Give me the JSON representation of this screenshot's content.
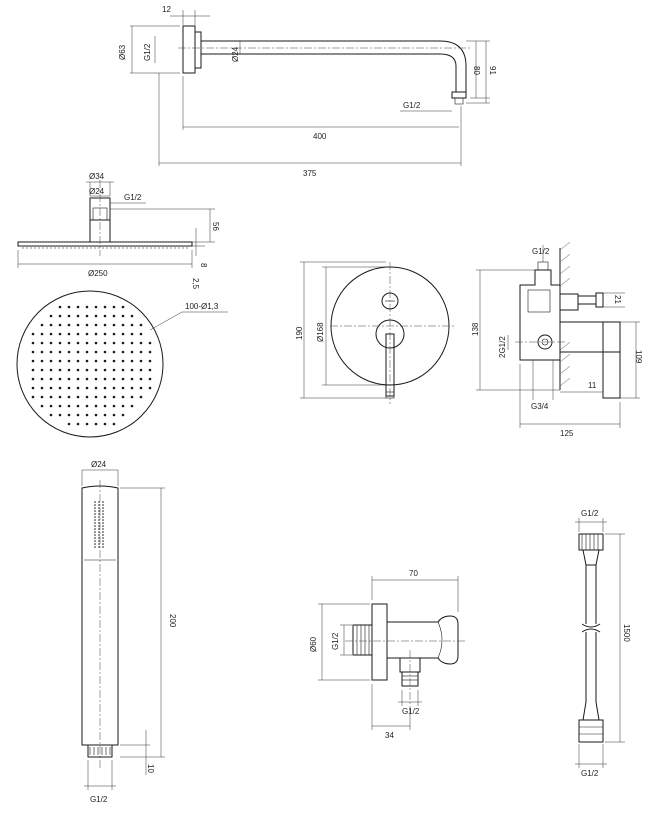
{
  "shower_arm": {
    "dim_flange_depth": "12",
    "dim_flange_dia": "Ø63",
    "dim_thread": "G1/2",
    "dim_arm_dia": "Ø24",
    "dim_drop": "80",
    "dim_total_drop": "91",
    "dim_outlet_thread": "G1/2",
    "dim_reach": "400",
    "dim_length": "375"
  },
  "head_side": {
    "dim_neck_outer": "Ø34",
    "dim_neck_inner": "Ø24",
    "dim_thread": "G1/2",
    "dim_height": "56",
    "dim_plate": "8",
    "dim_nozzle": "2,5",
    "dim_diameter": "Ø250"
  },
  "head_front": {
    "dim_nozzles": "100-Ø1,3"
  },
  "mixer_front": {
    "dim_height": "190",
    "dim_plate_dia": "Ø168"
  },
  "mixer_side": {
    "dim_top_thread": "G1/2",
    "dim_depth": "138",
    "dim_right_a": "21",
    "dim_right_b": "109",
    "dim_left_thread": "2G1/2",
    "dim_bottom": "11",
    "dim_inlet_thread": "G3/4",
    "dim_total_width": "125"
  },
  "hand_shower": {
    "dim_dia": "Ø24",
    "dim_length": "200",
    "dim_end": "10",
    "dim_thread": "G1/2"
  },
  "wall_outlet": {
    "dim_length": "70",
    "dim_flange_dia": "Ø60",
    "dim_in_thread": "G1/2",
    "dim_out_thread": "G1/2",
    "dim_offset": "34"
  },
  "hose": {
    "dim_top_thread": "G1/2",
    "dim_length": "1500",
    "dim_bottom_thread": "G1/2"
  }
}
